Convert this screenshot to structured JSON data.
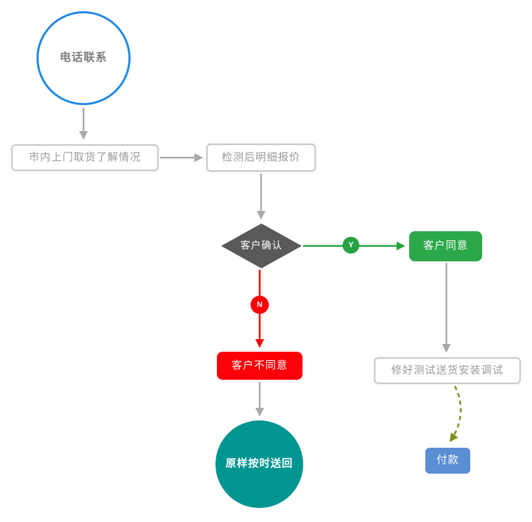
{
  "diagram": {
    "nodes": {
      "phone_contact": {
        "label": "电话联系",
        "shape": "circle",
        "border_color": "#1e88e5"
      },
      "pickup_info": {
        "label": "市内上门取货了解情况",
        "shape": "rounded-rect"
      },
      "detailed_quote": {
        "label": "检测后明细报价",
        "shape": "rounded-rect"
      },
      "customer_confirm": {
        "label": "客户确认",
        "shape": "diamond",
        "fill": "#595959"
      },
      "customer_agree": {
        "label": "客户同意",
        "shape": "rounded-rect",
        "fill": "#2ba84a"
      },
      "customer_disagree": {
        "label": "客户不同意",
        "shape": "rounded-rect",
        "fill": "#fb0007"
      },
      "return_on_time": {
        "label": "原样按时送回",
        "shape": "circle",
        "fill": "#009591"
      },
      "repair_deliver": {
        "label": "修好测试送货安装调试",
        "shape": "rounded-rect"
      },
      "payment": {
        "label": "付款",
        "shape": "rounded-rect",
        "fill": "#5b8ed4"
      }
    },
    "edge_labels": {
      "yes": "Y",
      "no": "N"
    },
    "colors": {
      "edge_gray": "#a9a9a9",
      "edge_green": "#27a244",
      "edge_red": "#fb0007",
      "edge_dashed_olive": "#7d8f1d"
    }
  }
}
